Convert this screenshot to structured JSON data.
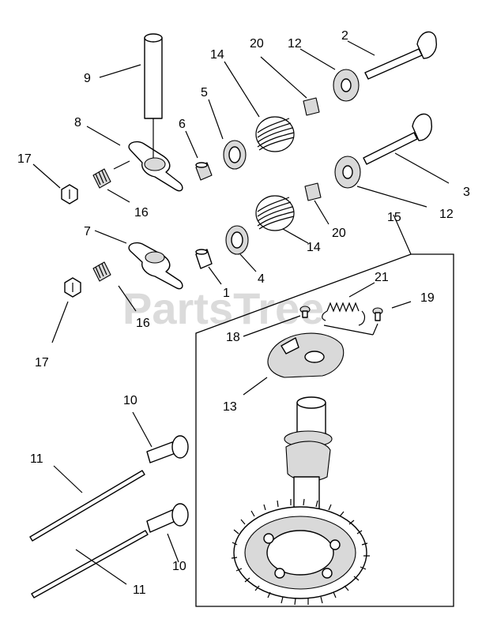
{
  "watermark": "PartsTree",
  "callouts": {
    "c1": "1",
    "c2": "2",
    "c3": "3",
    "c4": "4",
    "c5": "5",
    "c6": "6",
    "c7": "7",
    "c8": "8",
    "c9": "9",
    "c10a": "10",
    "c10b": "10",
    "c11a": "11",
    "c11b": "11",
    "c12a": "12",
    "c12b": "12",
    "c13": "13",
    "c14a": "14",
    "c14b": "14",
    "c15": "15",
    "c16a": "16",
    "c16b": "16",
    "c17a": "17",
    "c17b": "17",
    "c18": "18",
    "c19": "19",
    "c20a": "20",
    "c20b": "20",
    "c21": "21"
  }
}
